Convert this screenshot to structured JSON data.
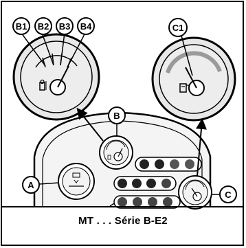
{
  "labels": {
    "b1": "B1",
    "b2": "B2",
    "b3": "B3",
    "b4": "B4",
    "c1": "C1",
    "a": "A",
    "b": "B",
    "c": "C"
  },
  "caption": "MT . . . Série B-E2",
  "icons": {
    "gauge_left": "fuel-temperature-icon",
    "gauge_right": "fuel-pump-icon",
    "panel_left": "hour-meter-icon"
  },
  "colors": {
    "line": "#000000",
    "gauge_fill": "#e6e6e6",
    "panel_fill": "#f2f2f2",
    "band": "#9a9a9a"
  }
}
